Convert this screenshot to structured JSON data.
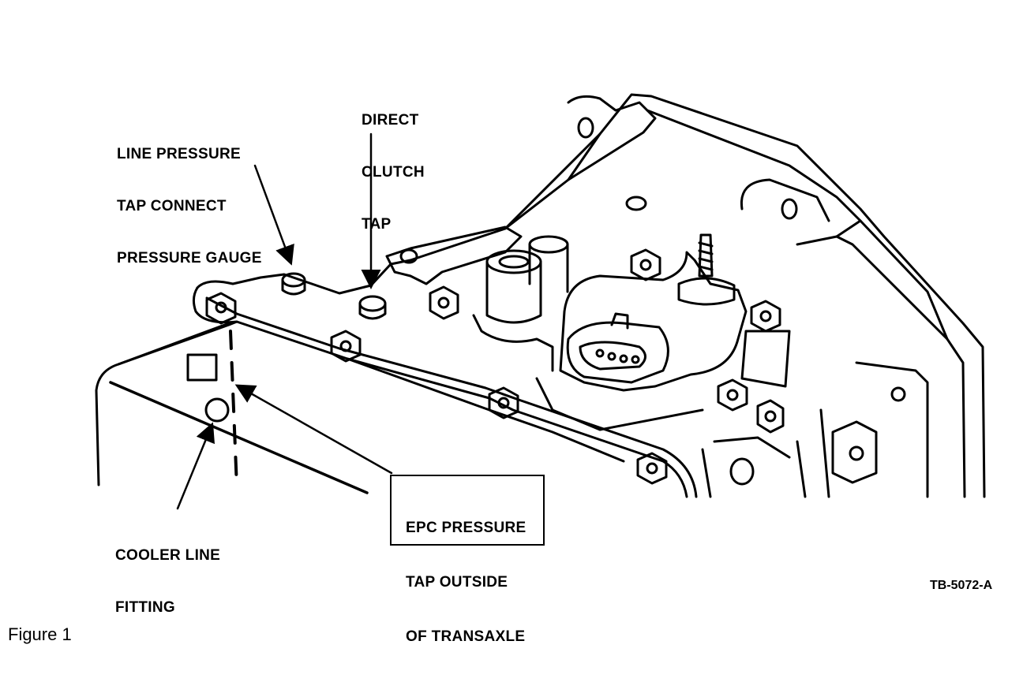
{
  "labels": {
    "line_pressure": [
      "LINE PRESSURE",
      "TAP CONNECT",
      "PRESSURE GAUGE"
    ],
    "direct_clutch": [
      "DIRECT",
      "CLUTCH",
      "TAP"
    ],
    "cooler_line": [
      "COOLER LINE",
      "FITTING"
    ],
    "epc_pressure": [
      "EPC PRESSURE",
      "TAP OUTSIDE",
      "OF TRANSAXLE"
    ]
  },
  "reference_code": "TB-5072-A",
  "caption": "Figure 1"
}
